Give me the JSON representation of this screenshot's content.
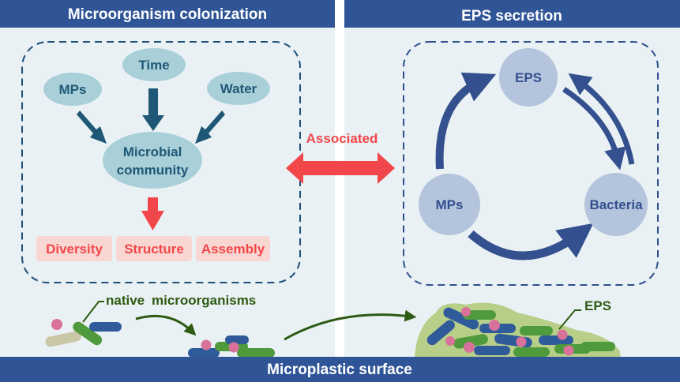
{
  "left_panel": {
    "title": "Microorganism colonization",
    "factors": [
      "MPs",
      "Time",
      "Water"
    ],
    "center": [
      "Microbial",
      "community"
    ],
    "outcomes": [
      "Diversity",
      "Structure",
      "Assembly"
    ]
  },
  "right_panel": {
    "title": "EPS secretion",
    "nodes": {
      "top": "EPS",
      "left": "MPs",
      "right": "Bacteria"
    }
  },
  "link_label": "Associated",
  "bottom": {
    "native_label": [
      "native",
      "microorganisms"
    ],
    "eps_label": "EPS",
    "surface_label": "Microplastic surface"
  },
  "colors": {
    "header_bar": "#2f5597",
    "panel_bg": "#e9f1f4",
    "bubble_left": "#a9cfd9",
    "text_left": "#1f5876",
    "arrow_left": "#1f5876",
    "bubble_right": "#b4c4dc",
    "text_right": "#34508e",
    "arrow_right": "#34508e",
    "accent_red": "#f2474a",
    "outcome_bg": "#f8d7d3",
    "microbe_text": "#2e5a12"
  }
}
